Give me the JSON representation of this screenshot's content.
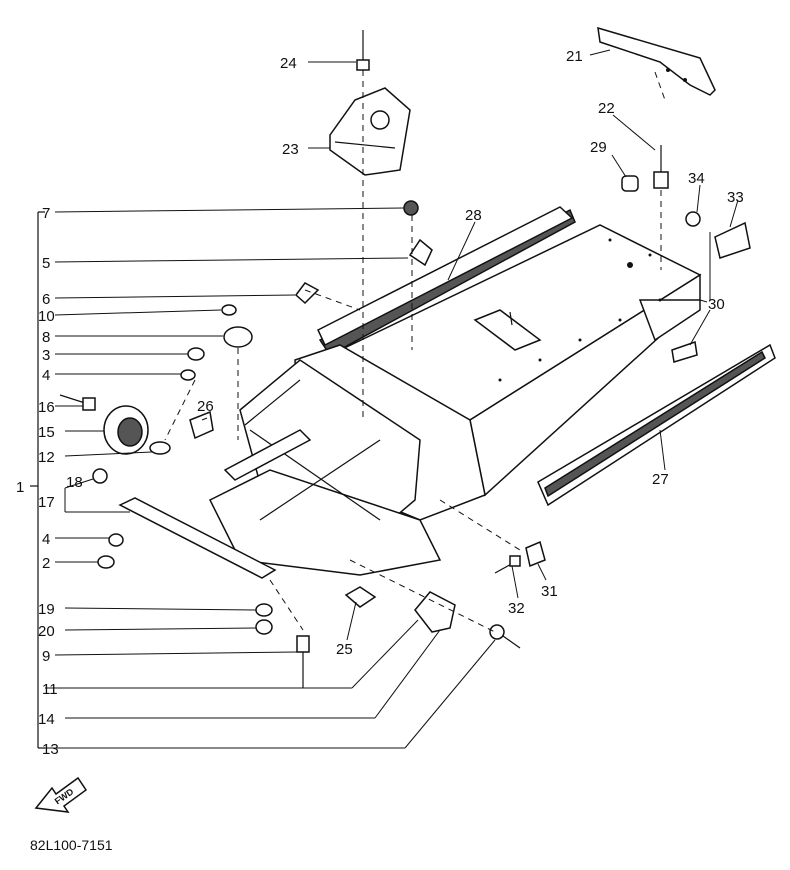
{
  "diagram": {
    "part_number": "82L100-7151",
    "direction_label": "FWD",
    "callouts": {
      "c1": "1",
      "c2": "2",
      "c3": "3",
      "c4a": "4",
      "c4b": "4",
      "c5": "5",
      "c6": "6",
      "c7": "7",
      "c8": "8",
      "c9": "9",
      "c10": "10",
      "c11": "11",
      "c12": "12",
      "c13": "13",
      "c14": "14",
      "c15": "15",
      "c16": "16",
      "c17": "17",
      "c18": "18",
      "c19": "19",
      "c20": "20",
      "c21": "21",
      "c22": "22",
      "c23": "23",
      "c24": "24",
      "c25": "25",
      "c26": "26",
      "c27": "27",
      "c28": "28",
      "c29": "29",
      "c30": "30",
      "c31": "31",
      "c32": "32",
      "c33": "33",
      "c34": "34"
    }
  }
}
